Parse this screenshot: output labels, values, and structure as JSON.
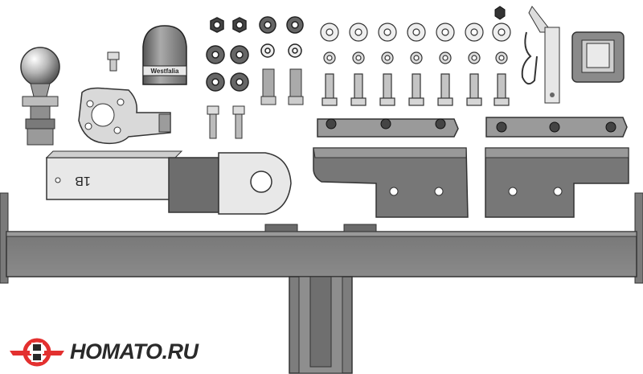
{
  "image": {
    "subject": "towbar-kit-exploded-view",
    "logo": {
      "text": "HOMATO.RU",
      "colors": {
        "red": "#e3302f",
        "dark": "#2a2a2a"
      }
    },
    "drawbar_marking": "1B",
    "cover_text": "Westfalia"
  }
}
